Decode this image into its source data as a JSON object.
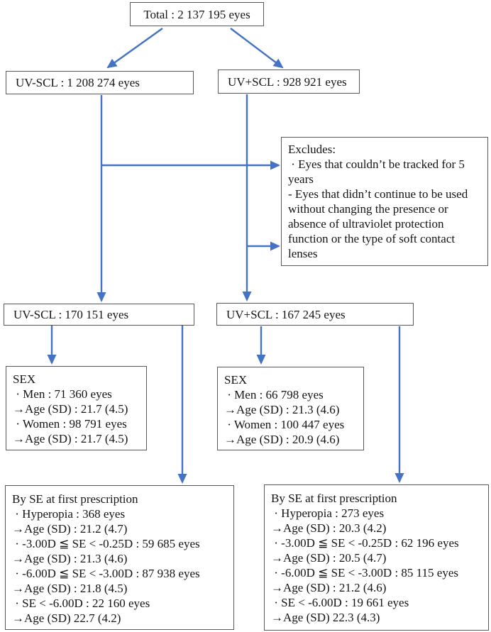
{
  "colors": {
    "arrow": "#4472C4",
    "border": "#595959",
    "text": "#141414",
    "background": "#ffffff"
  },
  "boxes": {
    "total": {
      "label": "Total : 2 137 195 eyes"
    },
    "uv_minus_initial": {
      "label": "UV-SCL : 1 208 274 eyes"
    },
    "uv_plus_initial": {
      "label": "UV+SCL : 928 921 eyes"
    },
    "excludes": {
      "lines": [
        "Excludes:",
        " · Eyes that couldn’t be tracked for 5",
        "years",
        "- Eyes that didn’t continue to be used",
        "without changing the presence or",
        "absence of ultraviolet protection",
        "function or the type of soft contact",
        "lenses"
      ]
    },
    "uv_minus_final": {
      "label": "UV-SCL : 170 151 eyes"
    },
    "uv_plus_final": {
      "label": "UV+SCL : 167 245 eyes"
    },
    "sex_uv_minus": {
      "lines": [
        "SEX",
        " · Men : 71 360 eyes",
        "→Age (SD) : 21.7 (4.5)",
        " · Women : 98 791 eyes",
        "→Age (SD) : 21.7 (4.5)"
      ]
    },
    "sex_uv_plus": {
      "lines": [
        "SEX",
        " · Men : 66 798 eyes",
        "→Age (SD) : 21.3 (4.6)",
        " · Women : 100 447 eyes",
        "→Age (SD) : 20.9 (4.6)"
      ]
    },
    "se_uv_minus": {
      "lines": [
        "By SE at first prescription",
        " · Hyperopia : 368 eyes",
        "→Age (SD) : 21.2 (4.7)",
        " · -3.00D ≦ SE < -0.25D : 59 685 eyes",
        "→Age (SD) : 21.3 (4.6)",
        " · -6.00D ≦ SE < -3.00D : 87 938 eyes",
        "→Age (SD) : 21.8 (4.5)",
        " · SE < -6.00D : 22 160 eyes",
        "→Age (SD) 22.7 (4.2)"
      ]
    },
    "se_uv_plus": {
      "lines": [
        "By SE at first prescription",
        " · Hyperopia : 273 eyes",
        "→Age (SD) : 20.3 (4.2)",
        " · -3.00D ≦ SE < -0.25D : 62 196 eyes",
        "→Age (SD) : 20.5 (4.7)",
        " · -6.00D ≦ SE < -3.00D : 85 115 eyes",
        "→Age (SD) : 21.2 (4.6)",
        " · SE < -6.00D : 19 661 eyes",
        "→Age (SD) 22.3 (4.3)"
      ]
    }
  }
}
